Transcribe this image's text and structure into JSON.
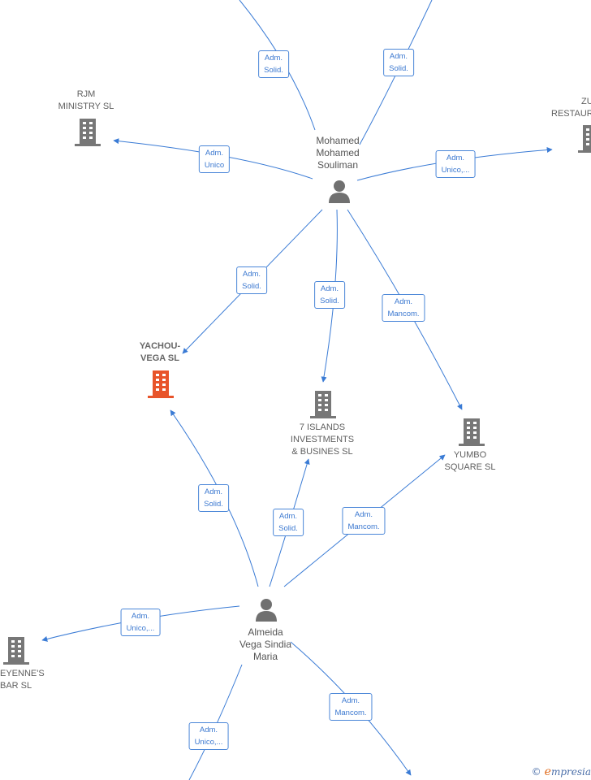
{
  "colors": {
    "edge": "#3a7bd5",
    "company": "#777777",
    "company_main": "#e8542a",
    "person": "#707070"
  },
  "persons": {
    "mohamed": [
      "Mohamed",
      "Mohamed",
      "Souliman"
    ],
    "almeida": [
      "Almeida",
      "Vega Sindia",
      "Maria"
    ]
  },
  "companies": {
    "rjm": [
      "RJM",
      "MINISTRY SL"
    ],
    "zu": [
      "ZU",
      "RESTAUR"
    ],
    "yachou": [
      "YACHOU-",
      "VEGA  SL"
    ],
    "islands": [
      "7 ISLANDS",
      "INVESTMENTS",
      "& BUSINES  SL"
    ],
    "yumbo": [
      "YUMBO",
      "SQUARE  SL"
    ],
    "cheyenne": [
      "EYENNE'S",
      "BAR  SL"
    ]
  },
  "edges": {
    "top_left": [
      "Adm.",
      "Solid."
    ],
    "top_right": [
      "Adm.",
      "Solid."
    ],
    "rjm": [
      "Adm.",
      "Unico"
    ],
    "zu": [
      "Adm.",
      "Unico,..."
    ],
    "m_yachou": [
      "Adm.",
      "Solid."
    ],
    "m_islands": [
      "Adm.",
      "Solid."
    ],
    "m_yumbo": [
      "Adm.",
      "Mancom."
    ],
    "a_yachou": [
      "Adm.",
      "Solid."
    ],
    "a_islands": [
      "Adm.",
      "Solid."
    ],
    "a_yumbo": [
      "Adm.",
      "Mancom."
    ],
    "a_cheyenne": [
      "Adm.",
      "Unico,..."
    ],
    "a_bottom_left": [
      "Adm.",
      "Unico,..."
    ],
    "a_bottom_right": [
      "Adm.",
      "Mancom."
    ]
  },
  "footer": {
    "copyright": "©",
    "brand_e": "e",
    "brand_rest": "mpresia"
  }
}
